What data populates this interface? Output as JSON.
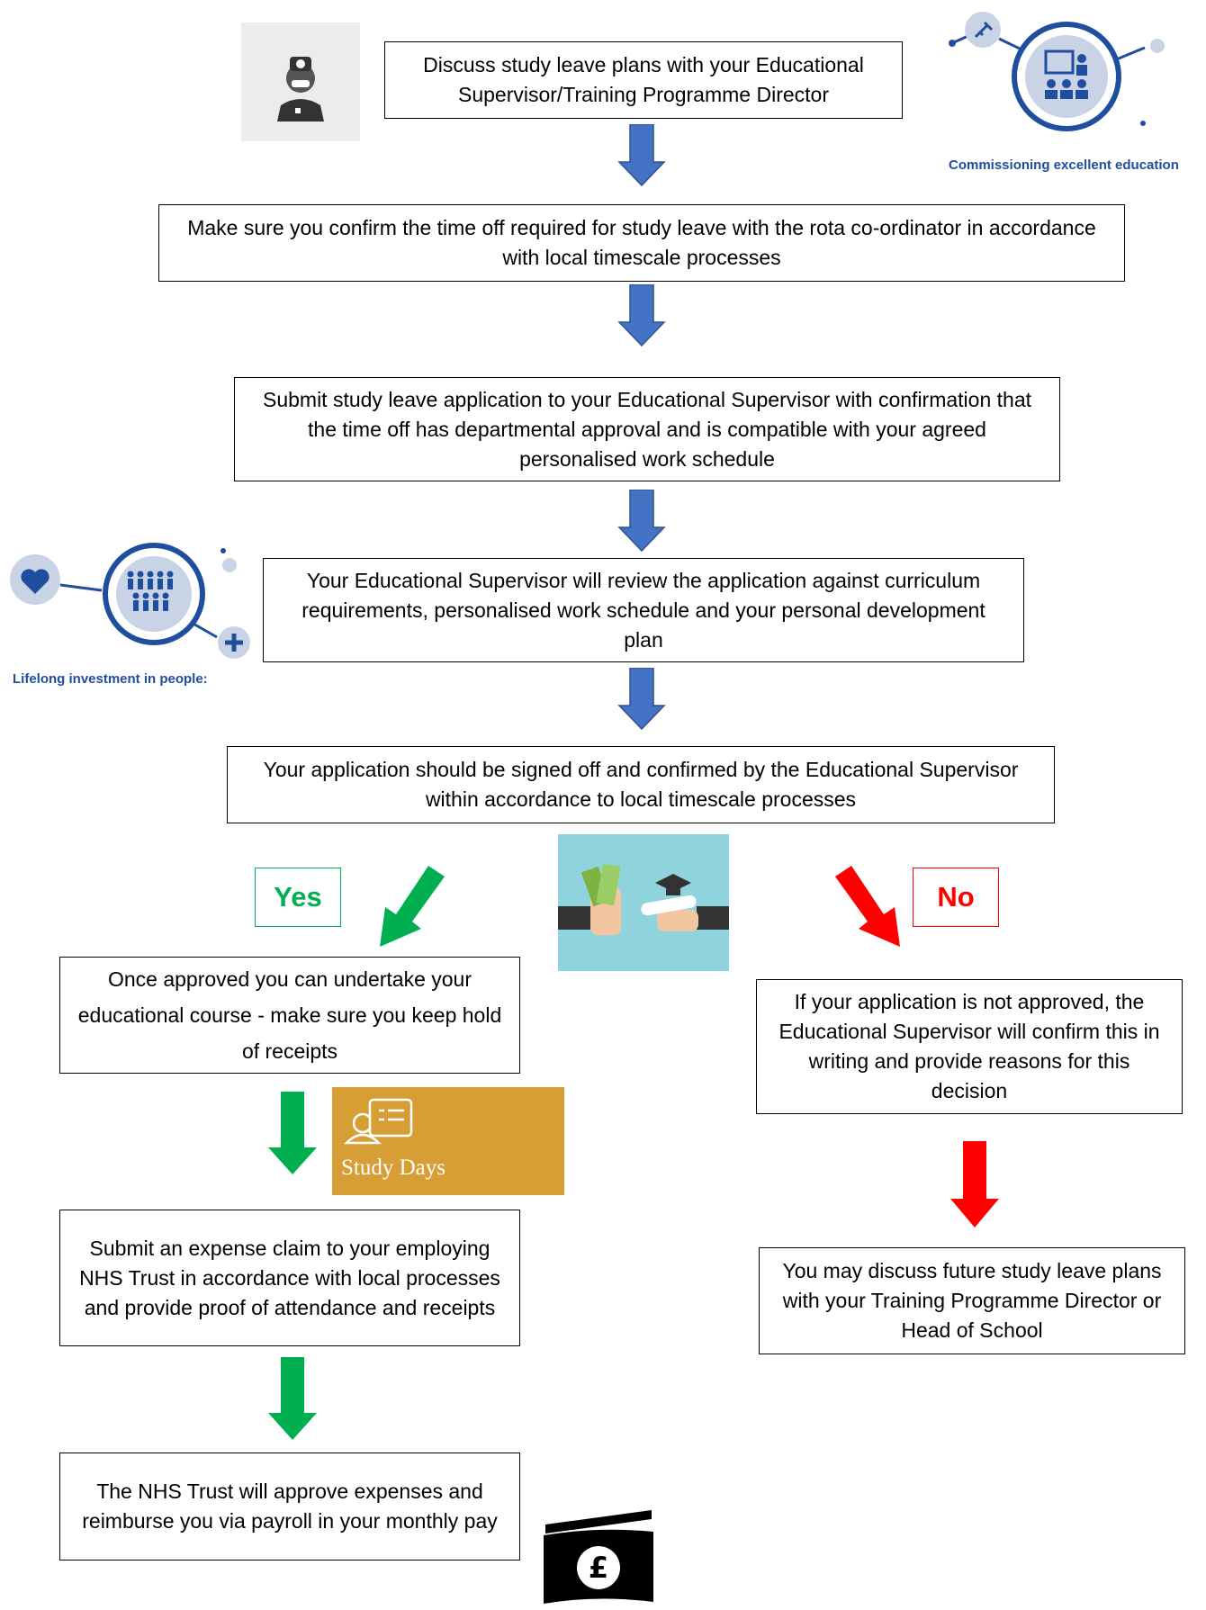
{
  "steps": {
    "step1": "Discuss study leave plans with your Educational Supervisor/Training Programme Director",
    "step2": "Make sure you confirm the time off required for study leave with the rota co-ordinator in accordance with local timescale processes",
    "step3": "Submit study leave application to your Educational Supervisor with confirmation that the time off has departmental approval and is compatible with your agreed personalised work schedule",
    "step4": "Your Educational Supervisor will review the application against curriculum requirements, personalised work schedule and your personal development plan",
    "step5": "Your application should be signed off and confirmed by the Educational Supervisor within accordance to local timescale processes",
    "yes1": "Once approved you can undertake your educational course - make sure you keep hold of receipts",
    "yes2": "Submit an expense claim to your employing NHS Trust in accordance with local processes and provide proof of attendance and receipts",
    "yes3": "The NHS Trust will approve expenses and reimburse you via payroll in your monthly pay",
    "no1": "If your application is not approved, the Educational Supervisor will confirm this in writing and provide reasons for this decision",
    "no2": "You may discuss future study leave plans with your Training Programme Director or Head of School"
  },
  "labels": {
    "yes": "Yes",
    "no": "No",
    "commissioning": "Commissioning excellent education",
    "lifelong": "Lifelong investment in people:",
    "study_days": "Study Days"
  },
  "icons": {
    "doctor": "doctor-icon",
    "teaching": "teaching-icon",
    "people": "people-icon",
    "money_exchange": "money-graduation-exchange-icon",
    "study_days": "study-days-icon",
    "wallet": "pound-wallet-icon"
  },
  "colors": {
    "blue_arrow": "#4472c4",
    "green": "#00b050",
    "red": "#ff0000",
    "nhs_blue": "#1f4e9e",
    "study_days_bg": "#d69e35",
    "money_bg": "#8fd3dd"
  }
}
